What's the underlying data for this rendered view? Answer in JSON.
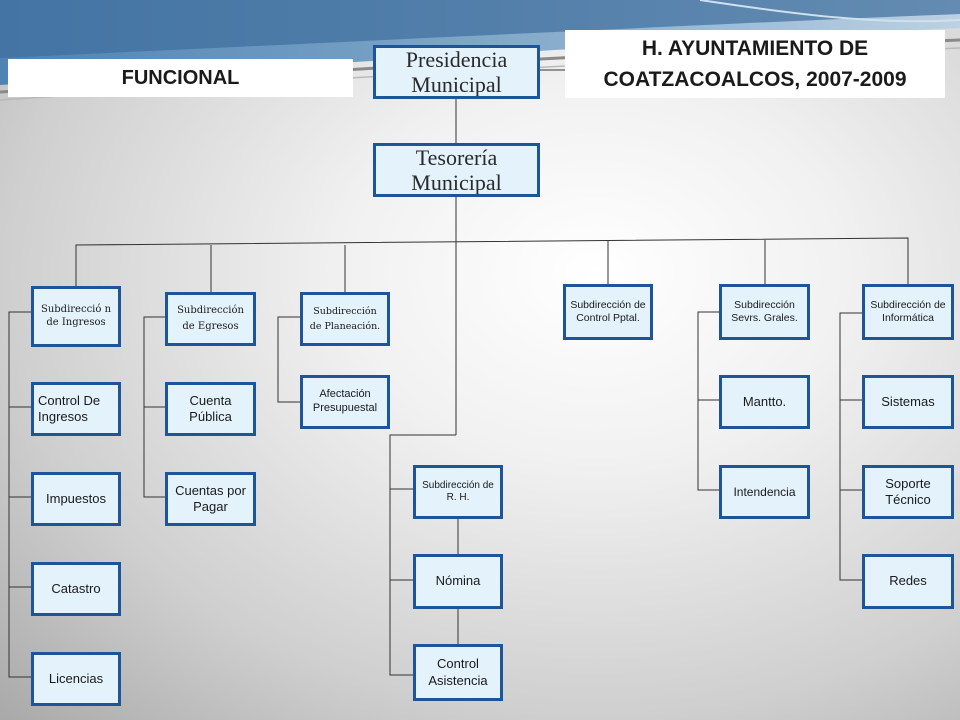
{
  "header": {
    "label_left": "FUNCIONAL",
    "title": "H. AYUNTAMIENTO DE COATZACOALCOS, 2007-2009"
  },
  "nodes": {
    "presidencia": "Presidencia Municipal",
    "tesoreria": "Tesorería Municipal",
    "ingresos": "Subdirecció n de Ingresos",
    "control_ingresos": "Control De Ingresos",
    "impuestos": "Impuestos",
    "catastro": "Catastro",
    "licencias": "Licencias",
    "egresos": "Subdirección de Egresos",
    "cuenta_publica": "Cuenta Pública",
    "cuentas_pagar": "Cuentas por Pagar",
    "planeacion": "Subdirección de Planeación.",
    "afectacion": "Afectación Presupuestal",
    "rh": "Subdirección de R. H.",
    "nomina": "Nómina",
    "control_asistencia": "Control Asistencia",
    "control_pptal": "Subdirección de Control Pptal.",
    "servs_grales": "Subdirección Sevrs. Grales.",
    "mantto": "Mantto.",
    "intendencia": "Intendencia",
    "informatica": "Subdirección de Informática",
    "sistemas": "Sistemas",
    "soporte": "Soporte Técnico",
    "redes": "Redes"
  },
  "colors": {
    "box_fill": "#e4f2fb",
    "box_border": "#1e5598",
    "connector": "#333333",
    "banner_bg": "#ffffff"
  }
}
